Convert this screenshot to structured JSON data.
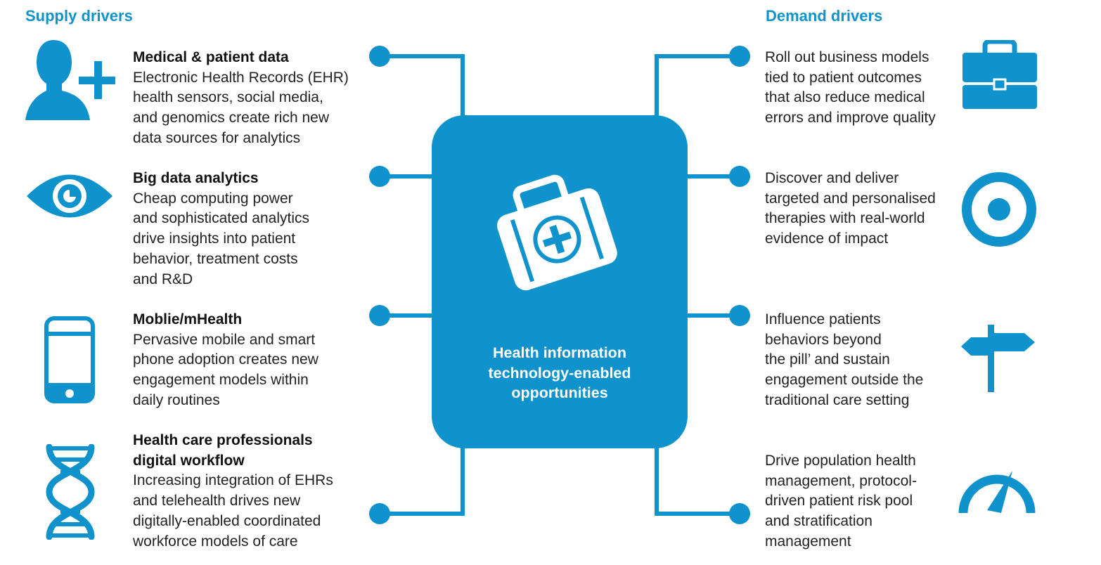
{
  "headings": {
    "supply": "Supply drivers",
    "demand": "Demand drivers"
  },
  "hub": {
    "icon": "medical-kit-icon",
    "label_lines": [
      "Health information",
      "technology-enabled",
      "opportunities"
    ]
  },
  "supply": [
    {
      "icon": "user-plus-icon",
      "title_lines": [
        "Medical & patient data"
      ],
      "body_lines": [
        "Electronic Health Records (EHR)",
        "health sensors, social media,",
        "and genomics create rich new",
        "data sources for analytics"
      ]
    },
    {
      "icon": "eye-icon",
      "title_lines": [
        "Big data analytics"
      ],
      "body_lines": [
        "Cheap computing power",
        "and sophisticated analytics",
        "drive insights into patient",
        "behavior, treatment costs",
        "and R&D"
      ]
    },
    {
      "icon": "smartphone-icon",
      "title_lines": [
        "Moblie/mHealth"
      ],
      "body_lines": [
        "Pervasive mobile and smart",
        "phone adoption creates new",
        "engagement models within",
        "daily routines"
      ]
    },
    {
      "icon": "dna-icon",
      "title_lines": [
        "Health care professionals",
        "digital workflow"
      ],
      "body_lines": [
        "Increasing integration of EHRs",
        "and telehealth drives new",
        "digitally-enabled coordinated",
        "workforce models of care"
      ]
    }
  ],
  "demand": [
    {
      "icon": "briefcase-icon",
      "body_lines": [
        "Roll out business models",
        "tied to patient outcomes",
        "that also reduce medical",
        "errors and improve quality"
      ]
    },
    {
      "icon": "target-icon",
      "body_lines": [
        "Discover and deliver",
        "targeted and personalised",
        "therapies with real-world",
        "evidence of impact"
      ]
    },
    {
      "icon": "signpost-icon",
      "body_lines": [
        "Influence patients",
        "behaviors beyond",
        "the pill’ and sustain",
        "engagement outside the",
        "traditional care setting"
      ]
    },
    {
      "icon": "gauge-icon",
      "body_lines": [
        "Drive population health",
        "management, protocol-",
        "driven patient risk pool",
        "and stratification",
        "management"
      ]
    }
  ],
  "colors": {
    "accent": "#1093cd",
    "text": "#222222",
    "background": "#ffffff"
  }
}
